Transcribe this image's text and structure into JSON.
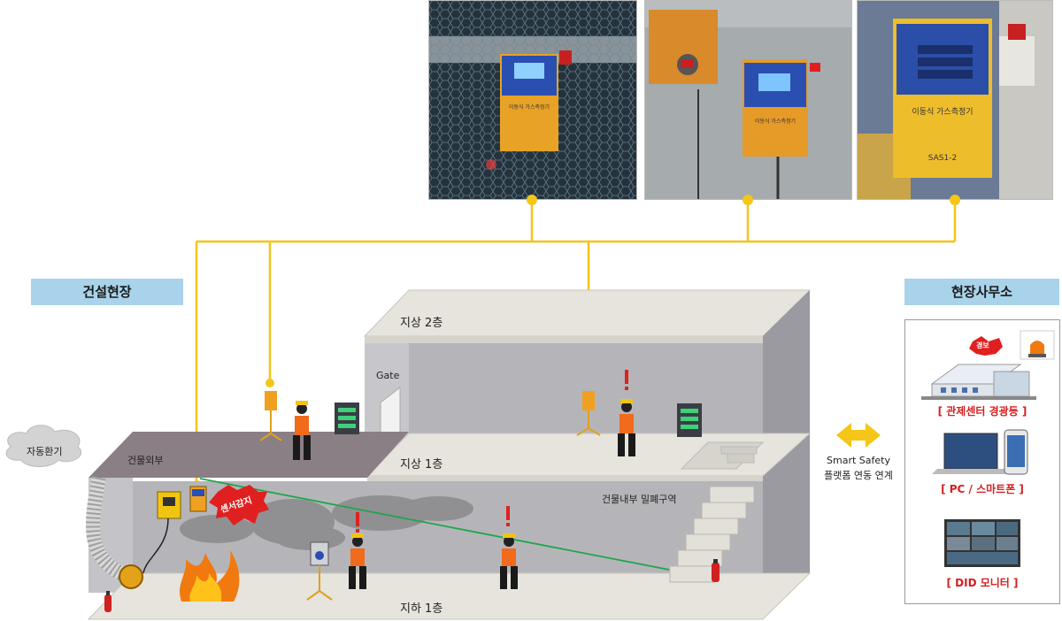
{
  "site": {
    "label": "건설현장"
  },
  "office": {
    "label": "현장사무소",
    "items": [
      {
        "caption": "[ 관제센터 경광등 ]",
        "badge": "경보"
      },
      {
        "caption": "[ PC / 스마트폰 ]"
      },
      {
        "caption": "[ DID 모니터 ]"
      }
    ]
  },
  "building": {
    "floor2": "지상 2층",
    "floor1": "지상 1층",
    "basement": "지하 1층",
    "gate": "Gate",
    "exterior": "건물외부",
    "enclosed_area": "건물내부 밀폐구역",
    "ventilator": "자동환기",
    "sensor_alert": "센서감지"
  },
  "link": {
    "line1": "Smart Safety",
    "line2": "플랫폼 연동 연계"
  },
  "photos": [
    {
      "device_label": "이동식 가스측정기"
    },
    {
      "device_label": "이동식 가스측정기"
    },
    {
      "device_label": "이동식 가스측정기",
      "code": "SAS1-2"
    }
  ],
  "colors": {
    "accent_line": "#f5c518",
    "pill": "#a8d3ea",
    "alert": "#e02020",
    "fire": "#f07a10",
    "wall": "#b5b5b9",
    "slab": "#e6e4dc",
    "exterior_roof": "#8a7f85"
  }
}
